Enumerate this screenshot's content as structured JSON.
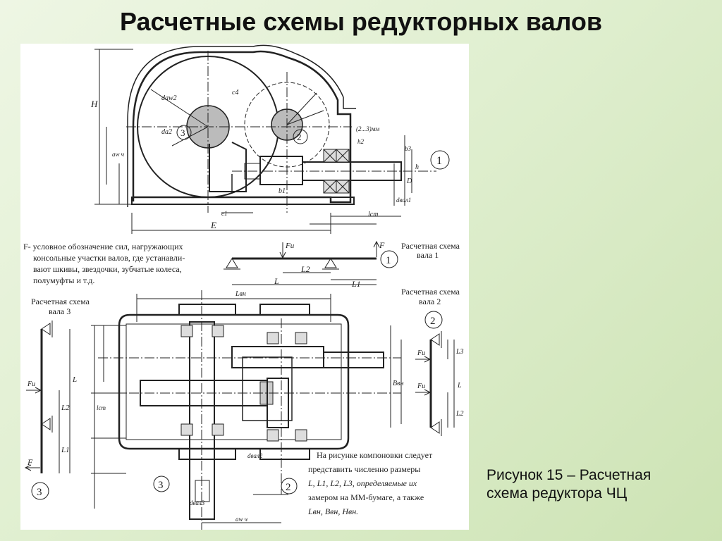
{
  "slide": {
    "title": "Расчетные схемы редукторных валов",
    "caption_line1": "Рисунок 15 – Расчетная",
    "caption_line2": "схема редуктора ЧЦ"
  },
  "drawing": {
    "legend_lines": [
      "F- условное обозначение сил, нагружающих",
      "консольные участки валов, где устанавли-",
      "вают шкивы, звездочки, зубчатые колеса,",
      "полумуфты и т.д."
    ],
    "scheme1_title_l1": "Расчетная схема",
    "scheme1_title_l2": "вала 1",
    "scheme2_title_l1": "Расчетная схема",
    "scheme2_title_l2": "вала 2",
    "scheme3_title_l1": "Расчетная схема",
    "scheme3_title_l2": "вала 3",
    "note_lines": [
      "На рисунке компоновки следует",
      "представить численно размеры",
      "L, L1, L2, L3, определяемые их",
      "замером на ММ-бумаге, а также",
      "Lвн, Bвн, Hвн."
    ],
    "circle_labels": {
      "n1": "1",
      "n2": "2",
      "n3": "3"
    },
    "dim_labels": {
      "H": "H",
      "E": "E",
      "L": "L",
      "L1": "L1",
      "L2": "L2",
      "L3": "L3",
      "Fu": "Fu",
      "F": "F",
      "Lvn": "Lвн",
      "Bvn": "Bвн",
      "c4": "c4",
      "b1": "b1",
      "h": "h",
      "D": "D",
      "lcm": "lст",
      "daw2": "dаw2",
      "da3": "da2",
      "dvax1": "dвал1",
      "dvax2": "dвал2",
      "dvax3": "dвал3",
      "aw": "aw ч",
      "e1": "e1",
      "b3": "b3",
      "range": "(2...3)мм",
      "h2": "h2"
    }
  }
}
